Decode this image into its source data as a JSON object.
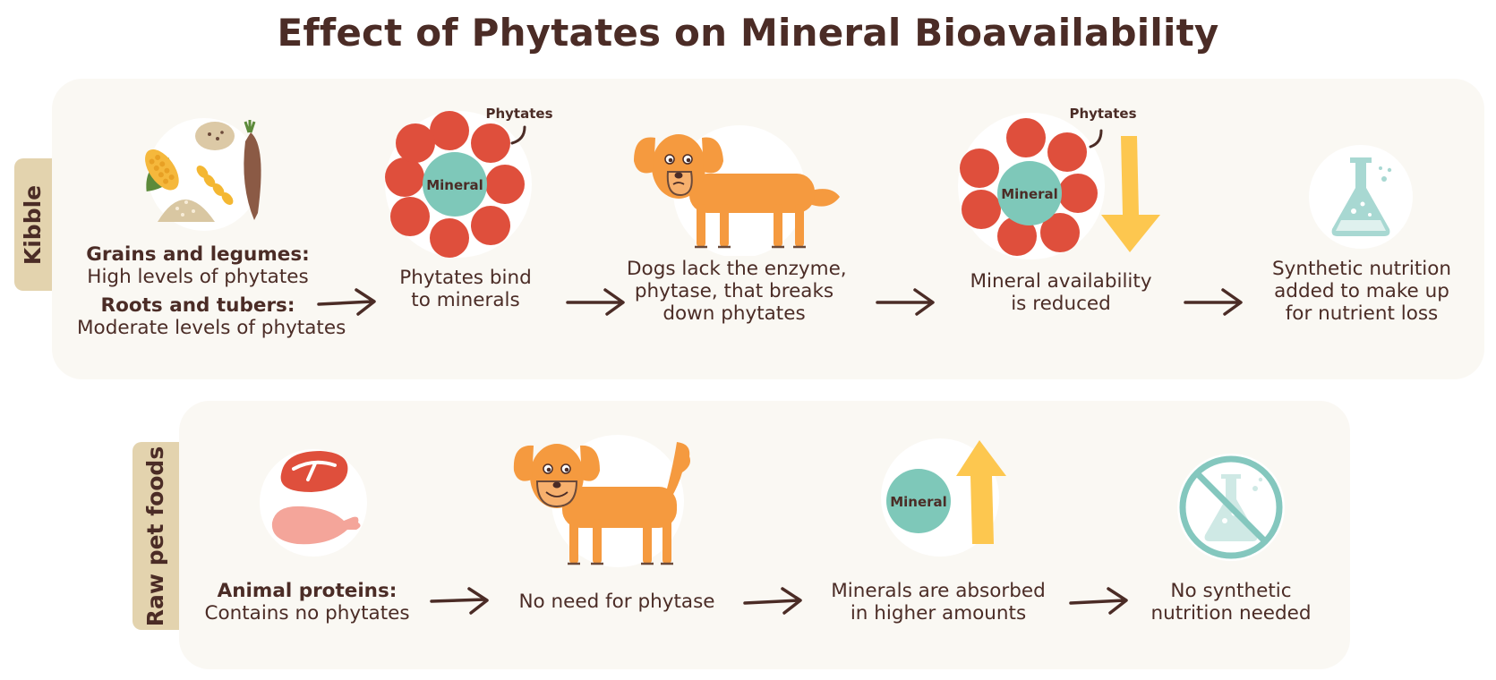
{
  "title": "Effect of Phytates on Mineral Bioavailability",
  "kibble": {
    "tab_label": "Kibble",
    "step1": {
      "bold1": "Grains and legumes:",
      "text1": "High levels of phytates",
      "bold2": "Roots and tubers:",
      "text2": "Moderate levels of phytates"
    },
    "step2": {
      "label": "Phytates",
      "mineral": "Mineral",
      "line1": "Phytates bind",
      "line2": "to minerals"
    },
    "step3": {
      "line1": "Dogs lack the enzyme,",
      "line2": "phytase, that breaks",
      "line3": "down phytates"
    },
    "step4": {
      "label": "Phytates",
      "mineral": "Mineral",
      "line1": "Mineral availability",
      "line2": "is reduced"
    },
    "step5": {
      "line1": "Synthetic nutrition",
      "line2": "added to make up",
      "line3": "for nutrient loss"
    }
  },
  "raw": {
    "tab_label": "Raw pet foods",
    "step1": {
      "bold1": "Animal proteins:",
      "text1": "Contains no phytates"
    },
    "step2": {
      "line1": "No need for phytase"
    },
    "step3": {
      "mineral": "Mineral",
      "line1": "Minerals are absorbed",
      "line2": "in higher amounts"
    },
    "step4": {
      "line1": "No synthetic",
      "line2": "nutrition needed"
    }
  },
  "colors": {
    "text": "#4b2c26",
    "panel": "#faf8f3",
    "tab": "#e3d3ae",
    "phytate": "#df4f3c",
    "mineral": "#7ec8b9",
    "arrow_yellow": "#fdc74f",
    "dog": "#f59a3f",
    "flask": "#a8d8d2"
  }
}
